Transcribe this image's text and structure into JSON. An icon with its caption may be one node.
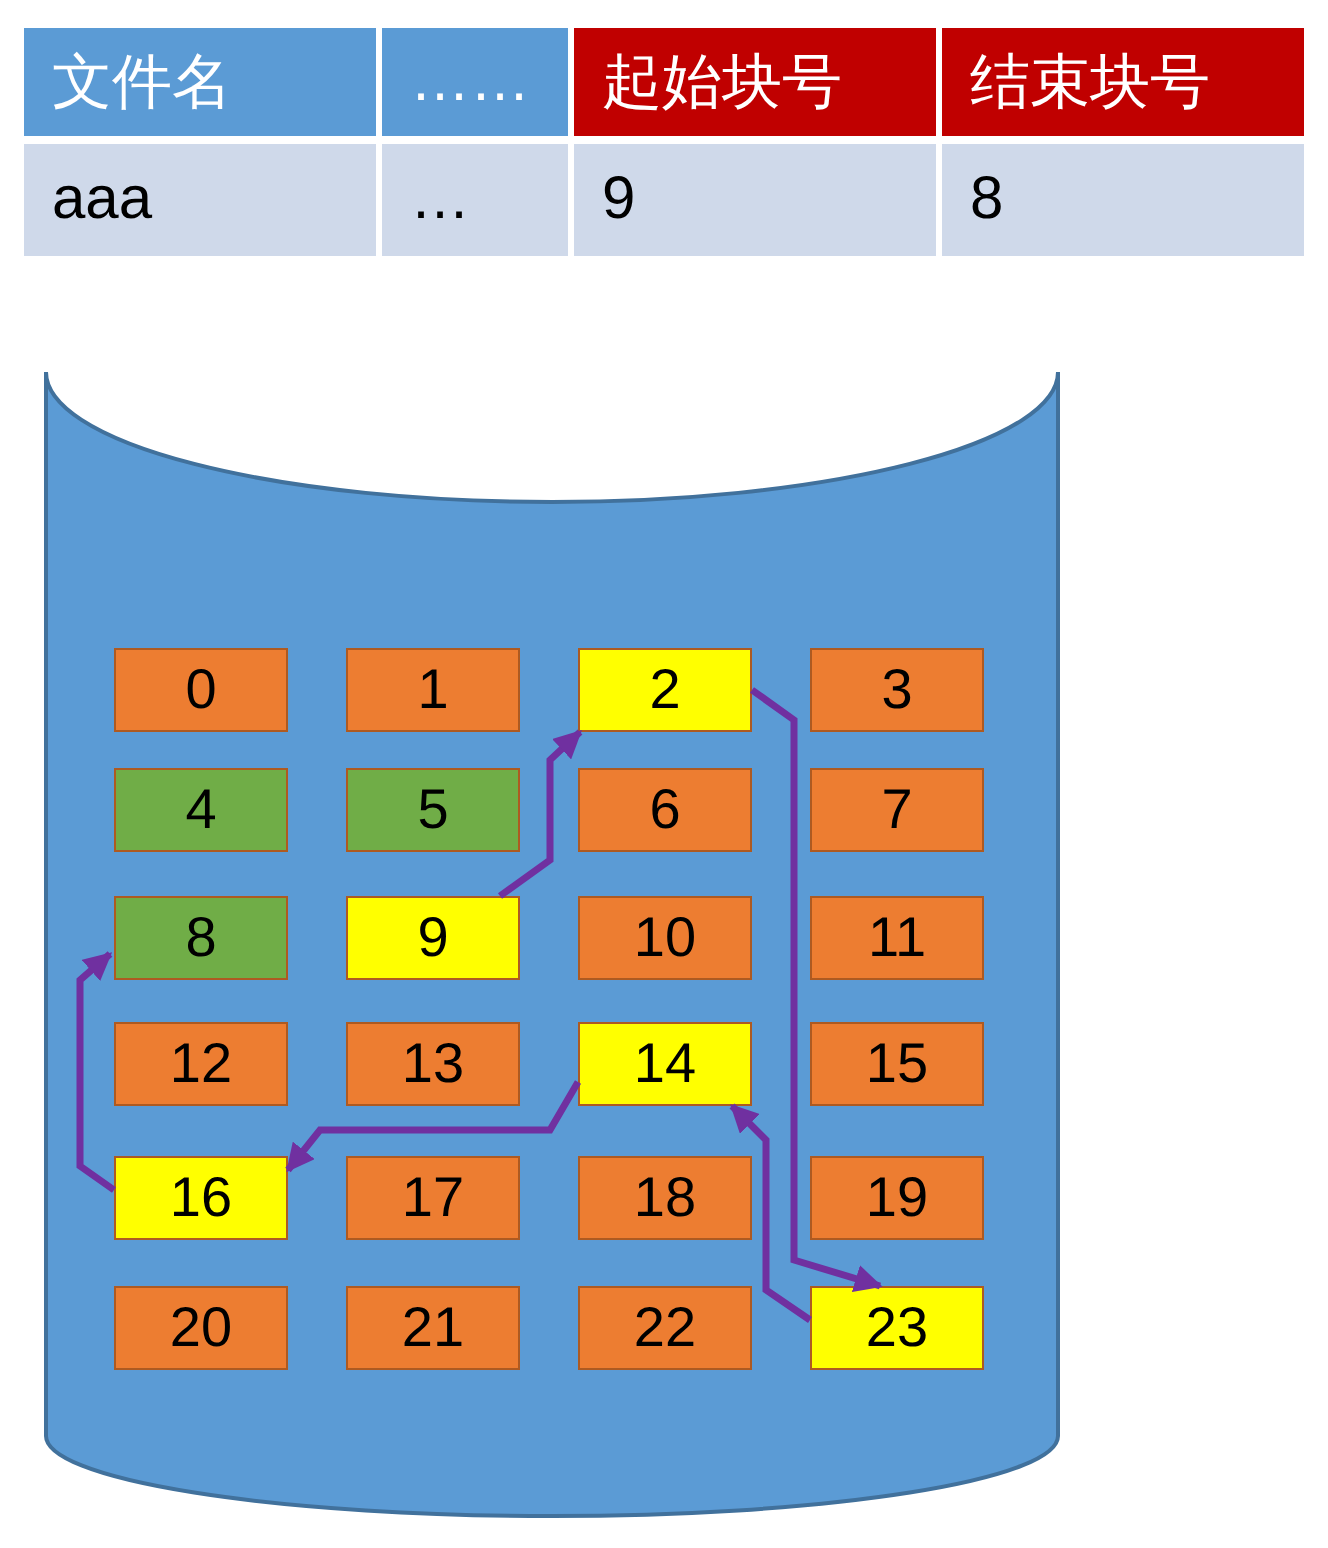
{
  "diagram": {
    "nodes": [
      {
        "text": [],
        "shape": "cylinder"
      },
      {
        "text": [
          "0"
        ],
        "in": 0
      },
      {
        "text": [
          "1"
        ],
        "in": 0
      },
      {
        "text": [
          "2"
        ],
        "in": 0
      },
      {
        "text": [
          "3"
        ],
        "in": 0
      },
      {
        "text": [
          "4"
        ],
        "in": 0
      },
      {
        "text": [
          "5"
        ],
        "in": 0
      },
      {
        "text": [
          "6"
        ],
        "in": 0
      },
      {
        "text": [
          "7"
        ],
        "in": 0
      },
      {
        "text": [
          "8"
        ],
        "in": 0
      },
      {
        "text": [
          "9"
        ],
        "in": 0
      },
      {
        "text": [
          "10"
        ],
        "in": 0
      },
      {
        "text": [
          "11"
        ],
        "in": 0
      },
      {
        "text": [
          "12"
        ],
        "in": 0
      },
      {
        "text": [
          "13"
        ],
        "in": 0
      },
      {
        "text": [
          "14"
        ],
        "in": 0
      },
      {
        "text": [
          "15"
        ],
        "in": 0
      },
      {
        "text": [
          "16"
        ],
        "in": 0
      },
      {
        "text": [
          "17"
        ],
        "in": 0
      },
      {
        "text": [
          "18"
        ],
        "in": 0
      },
      {
        "text": [
          "19"
        ],
        "in": 0
      },
      {
        "text": [
          "20"
        ],
        "in": 0
      },
      {
        "text": [
          "21"
        ],
        "in": 0
      },
      {
        "text": [
          "22"
        ],
        "in": 0
      },
      {
        "text": [
          "23"
        ],
        "in": 0
      }
    ],
    "edges": [
      {
        "from": 10,
        "to": 3,
        "arrow": "to"
      },
      {
        "from": 3,
        "to": 24,
        "arrow": "to"
      },
      {
        "from": 24,
        "to": 15,
        "arrow": "to"
      },
      {
        "from": 15,
        "to": 17,
        "arrow": "to"
      },
      {
        "from": 17,
        "to": 9,
        "arrow": "to"
      }
    ],
    "labels": [
      "文件名",
      "……",
      "起始块号",
      "结束块号",
      "aaa",
      "…",
      "9",
      "8"
    ]
  }
}
